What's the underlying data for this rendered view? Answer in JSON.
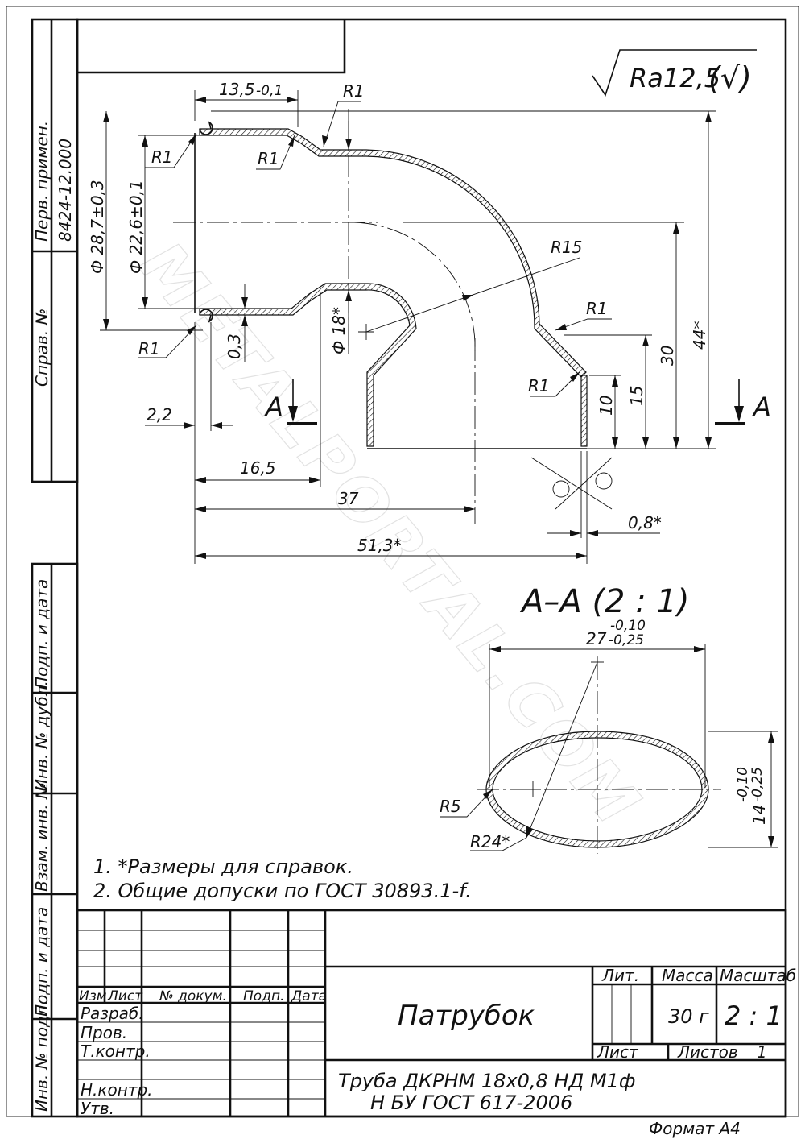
{
  "surface_finish": {
    "roughness": "Ra12,5",
    "check": "(√)"
  },
  "side_labels": {
    "perv_primen_title": "Перв. примен.",
    "perv_primen_value": "8424-12.000",
    "sprav_no": "Справ. №",
    "podp_data_1": "Подп. и дата",
    "inv_dubl": "Инв. № дубл.",
    "vzam_inv": "Взам. инв. №",
    "podp_data_2": "Подп. и дата",
    "inv_podl": "Инв. № подл."
  },
  "dimensions": {
    "d13_5": "13,5",
    "d13_5_tol": "-0,1",
    "r1_top": "R1",
    "r1_left_upper": "R1",
    "r1_mid_upper": "R1",
    "phi28_7": "Ф 28,7±0,3",
    "phi22_6": "Ф 22,6±0,1",
    "r15": "R15",
    "r1_right": "R1",
    "r1_bottom_right": "R1",
    "phi18": "Ф 18*",
    "r1_left_lower": "R1",
    "d0_3": "0,3",
    "d30": "30",
    "d44": "44*",
    "d15": "15",
    "d10": "10",
    "section_mark": "A",
    "d2_2": "2,2",
    "d16_5": "16,5",
    "d37": "37",
    "d0_8": "0,8*",
    "d51_3": "51,3*"
  },
  "section": {
    "title": "A–A  (2 : 1)",
    "width": "27",
    "width_tol_upper": "-0,10",
    "width_tol_lower": "-0,25",
    "height": "14",
    "height_tol_upper": "-0,10",
    "height_tol_lower": "-0,25",
    "r5": "R5",
    "r24": "R24*"
  },
  "notes": [
    "1.  *Размеры для справок.",
    "2.  Общие допуски по ГОСТ 30893.1-f."
  ],
  "title_block": {
    "headers": {
      "izm": "Изм.",
      "list": "Лист",
      "doc": "№ докум.",
      "podp": "Подп.",
      "data": "Дата"
    },
    "roles": [
      "Разраб.",
      "Пров.",
      "Т.контр.",
      "",
      "Н.контр.",
      "Утв."
    ],
    "name": "Патрубок",
    "lit": "Лит.",
    "massa_label": "Масса",
    "masshtab_label": "Масштаб",
    "massa": "30 г",
    "masshtab": "2 : 1",
    "list_label": "Лист",
    "listov_label": "Листов",
    "listov": "1",
    "material_line1": "Труба ДКРНМ 18х0,8 НД М1ф",
    "material_line2": "Н БУ ГОСТ 617-2006"
  },
  "format": "Формат А4",
  "watermark": "METALPORTAL.COM"
}
